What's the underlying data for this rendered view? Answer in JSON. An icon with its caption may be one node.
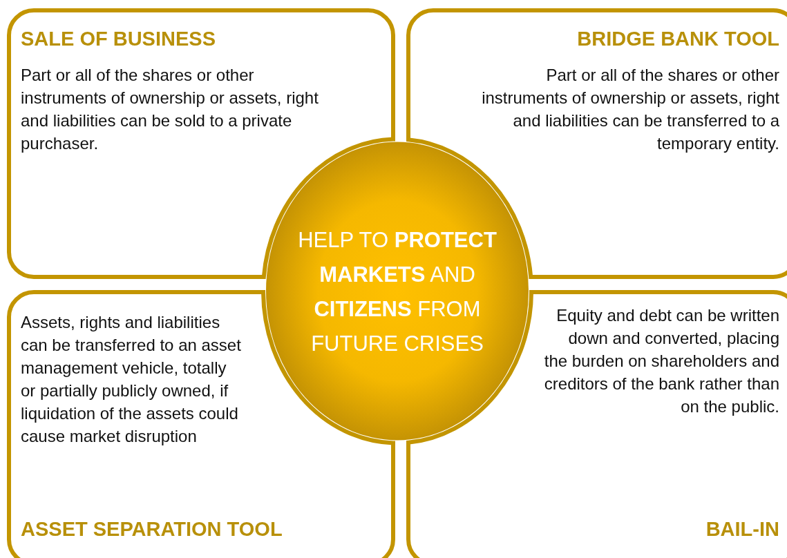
{
  "diagram": {
    "nodes": [
      {
        "text": [
          "SALE OF BUSINESS",
          "Part or all of the shares or other instruments of ownership or assets, right and liabilities can be sold to a private purchaser."
        ]
      },
      {
        "text": [
          "BRIDGE BANK TOOL",
          "Part or all of the shares or other instruments of ownership or assets, right and liabilities can be transferred to a temporary entity."
        ]
      },
      {
        "text": [
          "Assets, rights and liabilities can be transferred to an asset management vehicle, totally or partially publicly owned, if liquidation of the assets could cause market disruption",
          "ASSET SEPARATION TOOL"
        ]
      },
      {
        "text": [
          "Equity and debt can be written down and converted, placing the burden on shareholders and creditors of the bank rather than on the public.",
          "BAIL-IN"
        ]
      },
      {
        "text": [
          "HELP TO **PROTECT MARKETS** AND **CITIZENS** FROM FUTURE CRISES"
        ]
      }
    ],
    "edges": []
  }
}
